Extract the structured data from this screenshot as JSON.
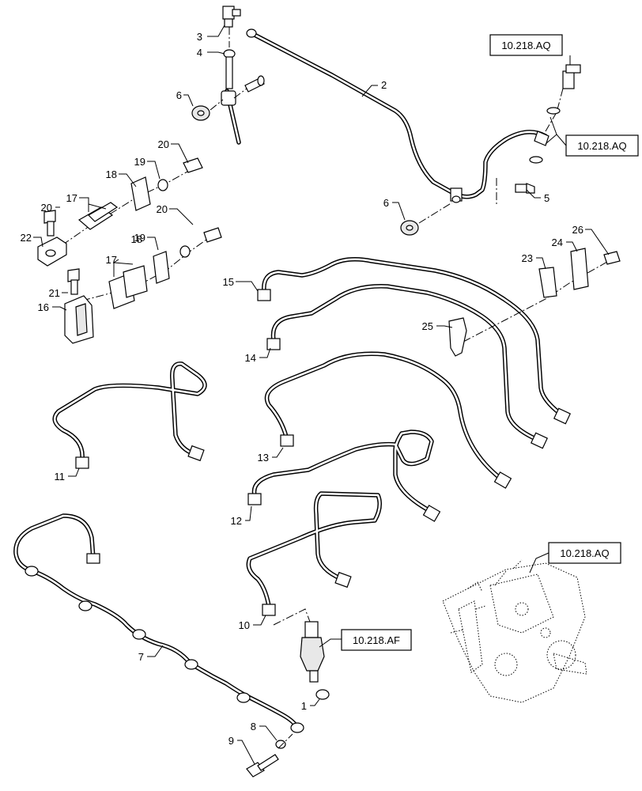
{
  "callouts": {
    "c1": "1",
    "c2": "2",
    "c3": "3",
    "c4": "4",
    "c5": "5",
    "c6a": "6",
    "c6b": "6",
    "c7": "7",
    "c8": "8",
    "c9": "9",
    "c10": "10",
    "c11": "11",
    "c12": "12",
    "c13": "13",
    "c14": "14",
    "c15": "15",
    "c16": "16",
    "c17a": "17",
    "c17b": "17",
    "c18a": "18",
    "c18b": "18",
    "c19a": "19",
    "c19b": "19",
    "c20a": "20",
    "c20b": "20",
    "c20c": "20",
    "c21": "21",
    "c22": "22",
    "c23": "23",
    "c24": "24",
    "c25": "25",
    "c26": "26"
  },
  "refs": {
    "r1": "10.218.AQ",
    "r2": "10.218.AQ",
    "r3": "10.218.AQ",
    "r4": "10.218.AF"
  }
}
